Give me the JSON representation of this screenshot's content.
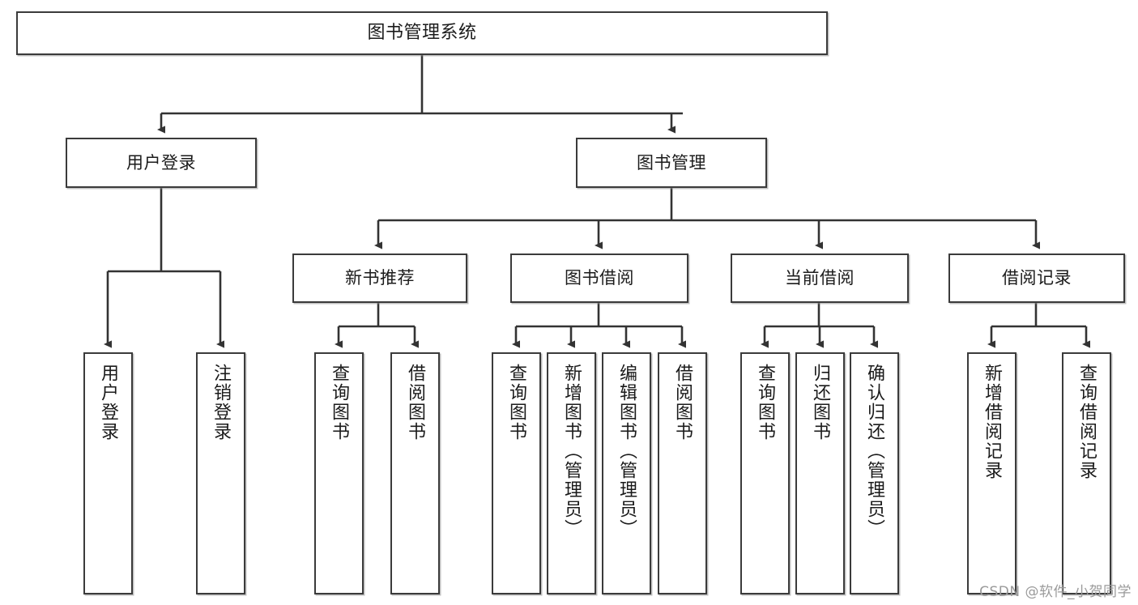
{
  "diagram": {
    "title": "图书管理系统",
    "type": "tree-hierarchy",
    "root": {
      "id": "root",
      "label": "图书管理系统"
    },
    "level2": [
      {
        "id": "user-login",
        "label": "用户登录"
      },
      {
        "id": "book-manage",
        "label": "图书管理"
      }
    ],
    "level3": [
      {
        "id": "new-book-rec",
        "label": "新书推荐"
      },
      {
        "id": "book-borrow",
        "label": "图书借阅"
      },
      {
        "id": "current-borrow",
        "label": "当前借阅"
      },
      {
        "id": "borrow-record",
        "label": "借阅记录"
      }
    ],
    "leaves": {
      "user_login": [
        {
          "id": "leaf-user-login",
          "label": "用户登录"
        },
        {
          "id": "leaf-logout-login",
          "label": "注销登录"
        }
      ],
      "new_book_rec": [
        {
          "id": "leaf-query-book-1",
          "label": "查询图书"
        },
        {
          "id": "leaf-borrow-book-1",
          "label": "借阅图书"
        }
      ],
      "book_borrow": [
        {
          "id": "leaf-query-book-2",
          "label": "查询图书"
        },
        {
          "id": "leaf-add-book",
          "label": "新增图书（管理员）"
        },
        {
          "id": "leaf-edit-book",
          "label": "编辑图书（管理员）"
        },
        {
          "id": "leaf-borrow-book-2",
          "label": "借阅图书"
        }
      ],
      "current_borrow": [
        {
          "id": "leaf-query-book-3",
          "label": "查询图书"
        },
        {
          "id": "leaf-return-book",
          "label": "归还图书"
        },
        {
          "id": "leaf-confirm-return",
          "label": "确认归还（管理员）"
        }
      ],
      "borrow_record": [
        {
          "id": "leaf-add-record",
          "label": "新增借阅记录"
        },
        {
          "id": "leaf-query-record",
          "label": "查询借阅记录"
        }
      ]
    },
    "colors": {
      "box_border": "#3b3b3b",
      "box_fill": "#ffffff",
      "connector": "#333333",
      "text": "#1b1b1b",
      "watermark": "#9a9a9a"
    }
  },
  "watermark": {
    "text": "CSDN @软件_小贺同学"
  }
}
